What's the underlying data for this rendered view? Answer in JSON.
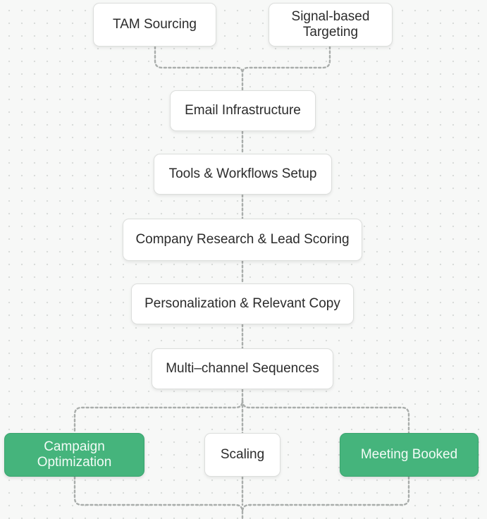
{
  "diagram": {
    "nodes": {
      "tam_sourcing": "TAM Sourcing",
      "signal_targeting": "Signal-based\nTargeting",
      "email_infrastructure": "Email Infrastructure",
      "tools_workflows": "Tools & Workflows Setup",
      "company_research": "Company Research & Lead Scoring",
      "personalization": "Personalization & Relevant Copy",
      "multichannel": "Multi–channel Sequences",
      "campaign_optimization": "Campaign\nOptimization",
      "scaling": "Scaling",
      "meeting_booked": "Meeting Booked"
    },
    "colors": {
      "node_fill": "#ffffff",
      "node_border": "#dcdedc",
      "highlight_fill": "#45b47c",
      "connector": "#a9adab"
    }
  }
}
